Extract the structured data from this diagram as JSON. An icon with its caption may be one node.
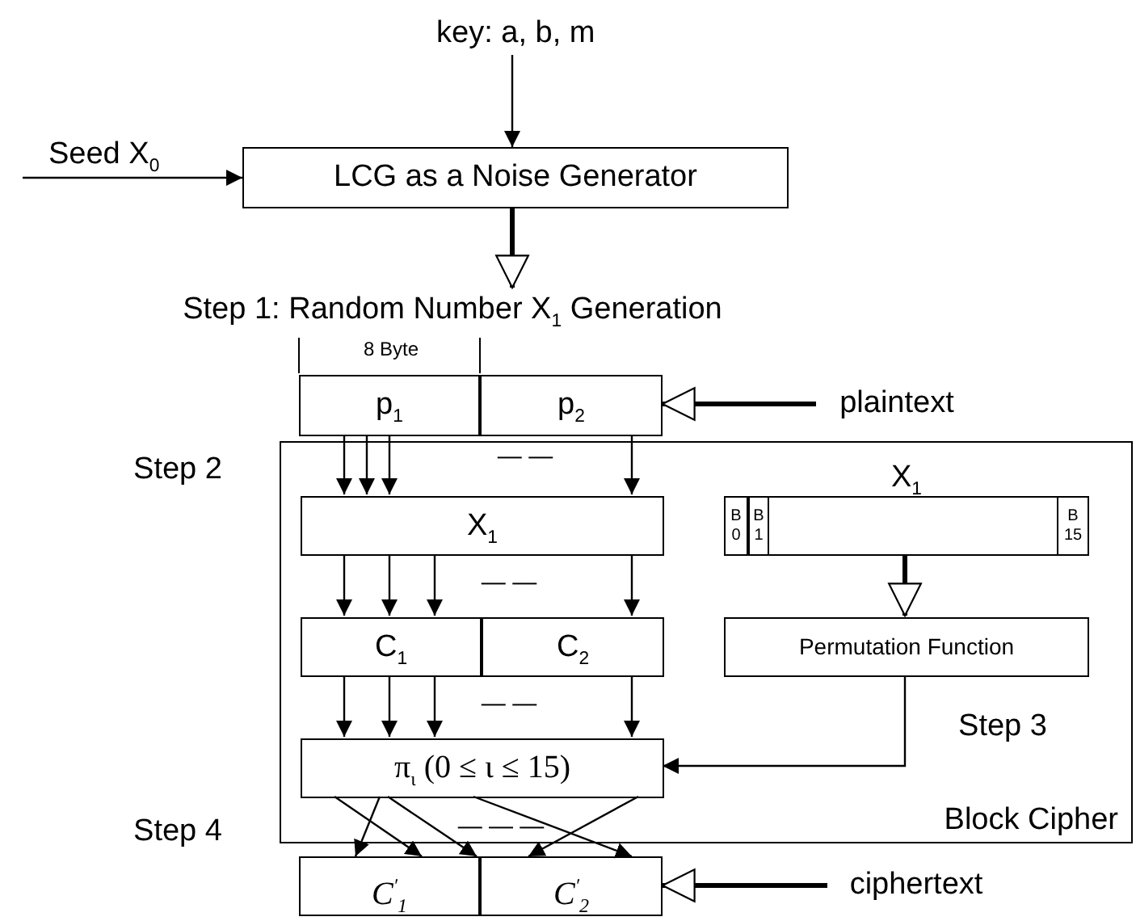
{
  "diagram": {
    "nodes": [
      {
        "text": [
          "key: a, b, m"
        ]
      },
      {
        "text": [
          "LCG as a Noise Generator"
        ]
      },
      {
        "text": [
          "Step 1: Random Number X$_{1}$ Generation"
        ]
      },
      {
        "text": [
          "p$_{1}$"
        ],
        "beside": [
          "8 Byte"
        ]
      },
      {
        "text": [
          "p$_{2}$"
        ]
      },
      {
        "text": [
          "plaintext"
        ]
      },
      {
        "text": [
          "Block Cipher"
        ]
      },
      {
        "text": [
          "X$_{1}$"
        ],
        "in": 6
      },
      {
        "text": [
          "X$_{1}$"
        ],
        "in": 6
      },
      {
        "text": [
          "B 0"
        ],
        "in": 8
      },
      {
        "text": [
          "B 1"
        ],
        "in": 8
      },
      {
        "text": [
          "B 15"
        ],
        "in": 8
      },
      {
        "text": [
          "C$_{1}$"
        ],
        "in": 6
      },
      {
        "text": [
          "C$_{2}$"
        ],
        "in": 6
      },
      {
        "text": [
          "Permutation Function"
        ],
        "in": 6
      },
      {
        "text": [
          "π$_{ι}$ (0 ≤ ι ≤ 15)"
        ],
        "in": 6
      },
      {
        "text": [
          "C$^{′}$$_{1}$"
        ]
      },
      {
        "text": [
          "C$^{′}$$_{2}$"
        ]
      },
      {
        "text": [
          "ciphertext"
        ]
      }
    ],
    "edges": [
      {
        "from": 0,
        "to": 1,
        "arrow": "to"
      },
      {
        "from": null,
        "to": 1,
        "arrow": "to",
        "label": "Seed X$_{0}$"
      },
      {
        "from": 1,
        "to": 2,
        "arrow": "to",
        "style": "thick"
      },
      {
        "from": 5,
        "to": 4,
        "arrow": "to",
        "style": "thick"
      },
      {
        "from": 3,
        "to": 7,
        "arrow": "to"
      },
      {
        "from": 3,
        "to": 7,
        "arrow": "to"
      },
      {
        "from": 3,
        "to": 7,
        "arrow": "to"
      },
      {
        "from": 4,
        "to": 7,
        "arrow": "to"
      },
      {
        "from": 7,
        "to": 12,
        "arrow": "to"
      },
      {
        "from": 7,
        "to": 12,
        "arrow": "to"
      },
      {
        "from": 7,
        "to": 12,
        "arrow": "to"
      },
      {
        "from": 7,
        "to": 13,
        "arrow": "to"
      },
      {
        "from": 8,
        "to": 14,
        "arrow": "to",
        "style": "thick"
      },
      {
        "from": 12,
        "to": 15,
        "arrow": "to"
      },
      {
        "from": 12,
        "to": 15,
        "arrow": "to"
      },
      {
        "from": 12,
        "to": 15,
        "arrow": "to"
      },
      {
        "from": 13,
        "to": 15,
        "arrow": "to"
      },
      {
        "from": 14,
        "to": 15,
        "arrow": "to"
      },
      {
        "from": 15,
        "to": 16,
        "arrow": "to"
      },
      {
        "from": 15,
        "to": 16,
        "arrow": "to"
      },
      {
        "from": 15,
        "to": 16,
        "arrow": "to"
      },
      {
        "from": 15,
        "to": 17,
        "arrow": "to"
      },
      {
        "from": 15,
        "to": 17,
        "arrow": "to"
      },
      {
        "from": 18,
        "to": 17,
        "arrow": "to",
        "style": "thick"
      }
    ],
    "labels": [
      "Step 2",
      "— —",
      "— —",
      "— —",
      "Step 3",
      "Step 4",
      "— — —"
    ]
  }
}
